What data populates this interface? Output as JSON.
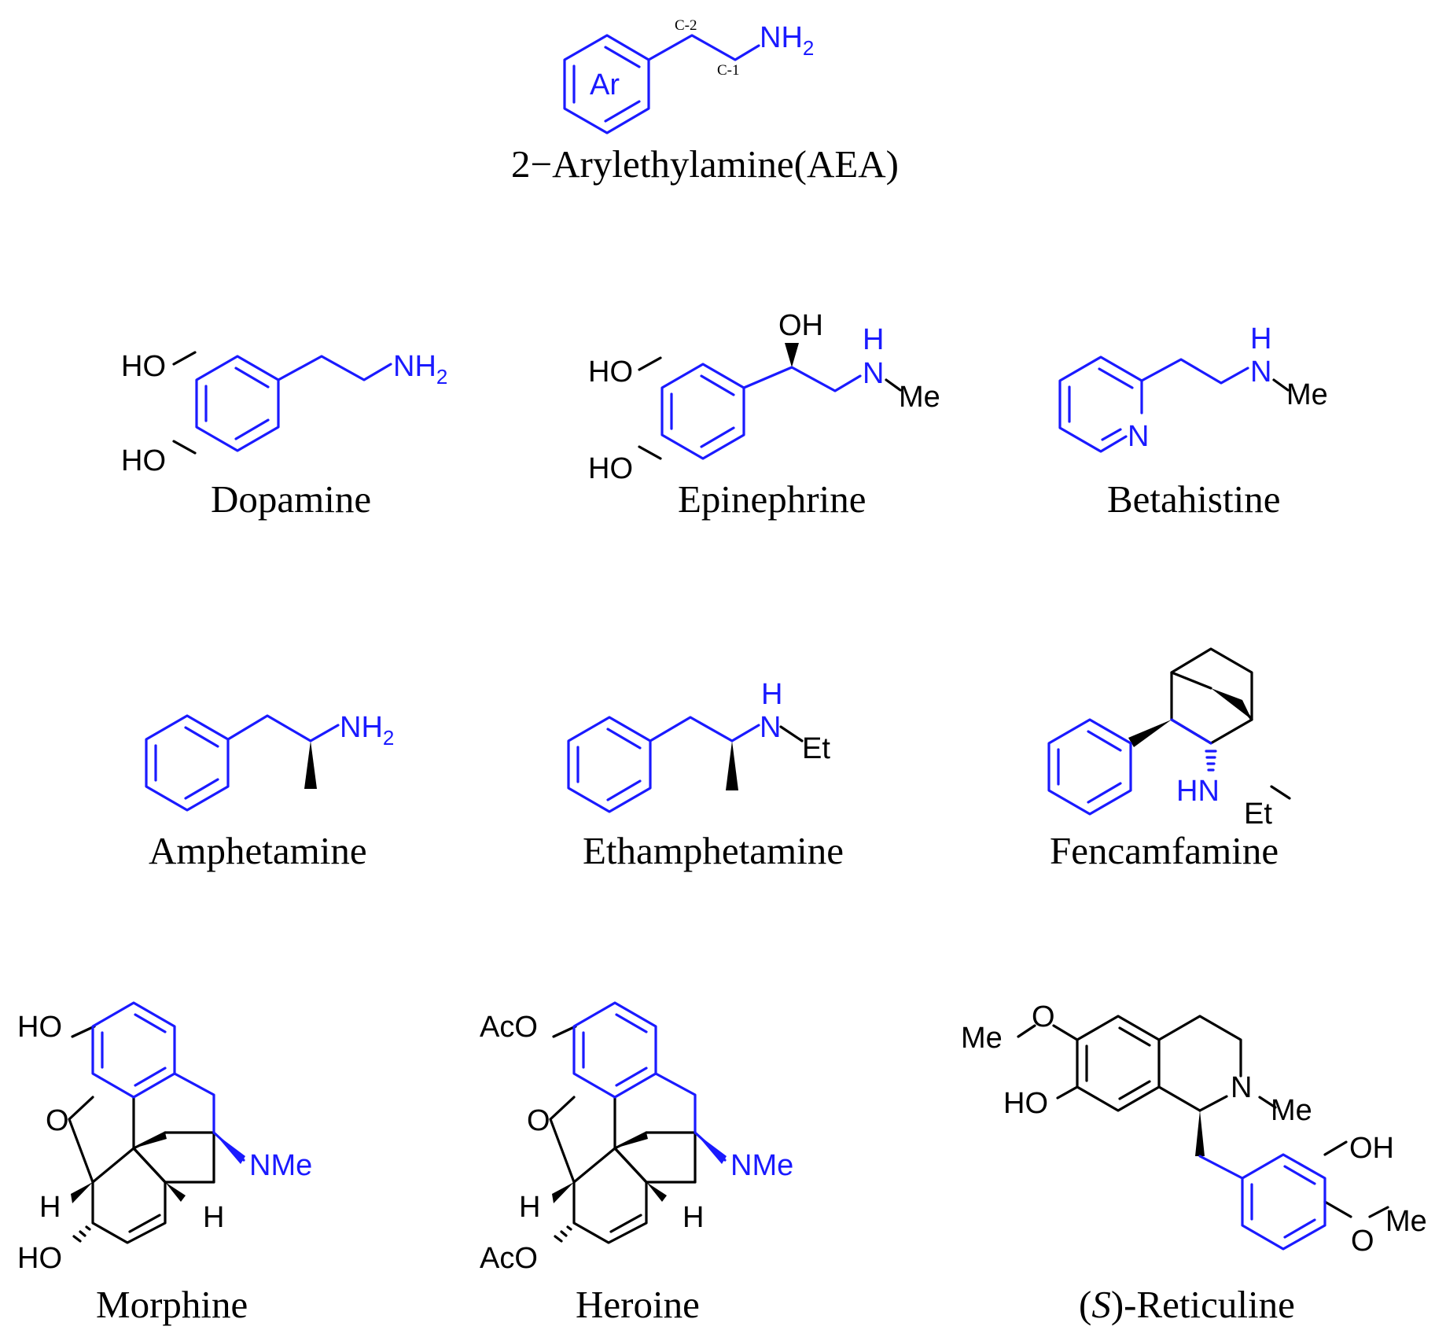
{
  "figure": {
    "general": {
      "name": "2−Arylethylamine(AEA)",
      "ring_label": "Ar",
      "amine": "NH",
      "amine_sub": "2",
      "c2_label": "C-2",
      "c1_label": "C-1"
    },
    "compounds": [
      {
        "name": "Dopamine",
        "labels": [
          "HO",
          "HO",
          "NH",
          "2"
        ]
      },
      {
        "name": "Epinephrine",
        "labels": [
          "OH",
          "HO",
          "HO",
          "H",
          "N",
          "Me"
        ]
      },
      {
        "name": "Betahistine",
        "labels": [
          "N",
          "H",
          "N",
          "Me"
        ]
      },
      {
        "name": "Amphetamine",
        "labels": [
          "NH",
          "2"
        ]
      },
      {
        "name": "Ethamphetamine",
        "labels": [
          "H",
          "N",
          "Et"
        ]
      },
      {
        "name": "Fencamfamine",
        "labels": [
          "HN",
          "Et"
        ]
      },
      {
        "name": "Morphine",
        "labels": [
          "HO",
          "O",
          "H",
          "HO",
          "NMe",
          "H"
        ]
      },
      {
        "name": "Heroine",
        "labels": [
          "AcO",
          "O",
          "H",
          "AcO",
          "NMe",
          "H"
        ]
      },
      {
        "name": "Reticuline",
        "name_prefix": "(",
        "name_italic": "S",
        "name_suffix": ")-Reticuline",
        "labels": [
          "Me",
          "O",
          "HO",
          "N",
          "Me",
          "OH",
          "O",
          "Me"
        ]
      }
    ]
  },
  "colors": {
    "highlight": "#1a1aff",
    "default": "#000000"
  }
}
